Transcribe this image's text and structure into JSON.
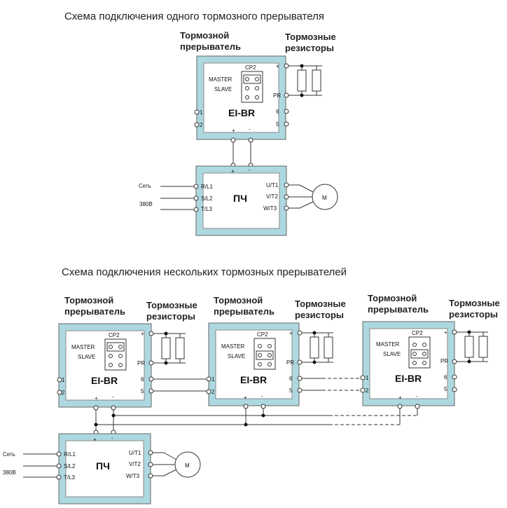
{
  "titles": {
    "single": "Схема подключения одного тормозного прерывателя",
    "multiple": "Схема подключения нескольких тормозных прерывателей"
  },
  "chopper": {
    "name_line1": "Тормозной",
    "name_line2": "прерыватель",
    "resistors_line1": "Тормозные",
    "resistors_line2": "резисторы",
    "model": "EI-BR",
    "jumper": "CP2",
    "master": "MASTER",
    "slave": "SLAVE",
    "plus": "+",
    "minus": "-",
    "pr": "PR",
    "t1": "1",
    "t2": "2",
    "t6": "6",
    "t5": "5"
  },
  "inverter": {
    "name": "ПЧ",
    "in1": "R/L1",
    "in2": "S/L2",
    "in3": "T/L3",
    "out1": "U/T1",
    "out2": "V/T2",
    "out3": "W/T3",
    "plus": "+",
    "minus": "-"
  },
  "supply": {
    "line1": "Сеть",
    "line2": "380В"
  },
  "motor": {
    "label": "M"
  }
}
